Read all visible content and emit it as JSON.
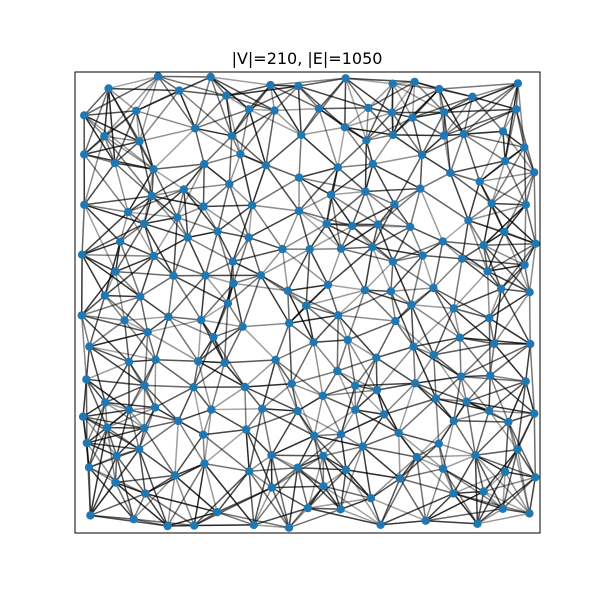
{
  "graph": {
    "title": "|V|=210, |E|=1050",
    "colors": {
      "node": "#1f77b4",
      "edge": "#000000",
      "frame": "#000000",
      "background": "#ffffff"
    },
    "node_count": 210,
    "edge_count": 1050
  }
}
